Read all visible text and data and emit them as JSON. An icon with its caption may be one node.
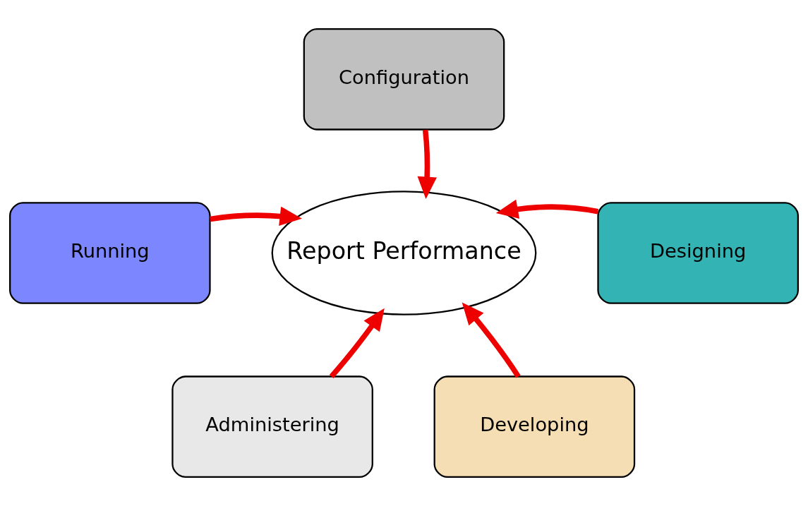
{
  "diagram": {
    "nodes": [
      {
        "text": [
          "Report Performance"
        ]
      },
      {
        "text": [
          "Configuration"
        ]
      },
      {
        "text": [
          "Running"
        ]
      },
      {
        "text": [
          "Designing"
        ]
      },
      {
        "text": [
          "Administering"
        ]
      },
      {
        "text": [
          "Developing"
        ]
      }
    ],
    "edges": [
      {
        "from": 1,
        "to": 0,
        "arrow": "to"
      },
      {
        "from": 2,
        "to": 0,
        "arrow": "to"
      },
      {
        "from": 3,
        "to": 0,
        "arrow": "to"
      },
      {
        "from": 4,
        "to": 0,
        "arrow": "to"
      },
      {
        "from": 5,
        "to": 0,
        "arrow": "to"
      }
    ]
  }
}
